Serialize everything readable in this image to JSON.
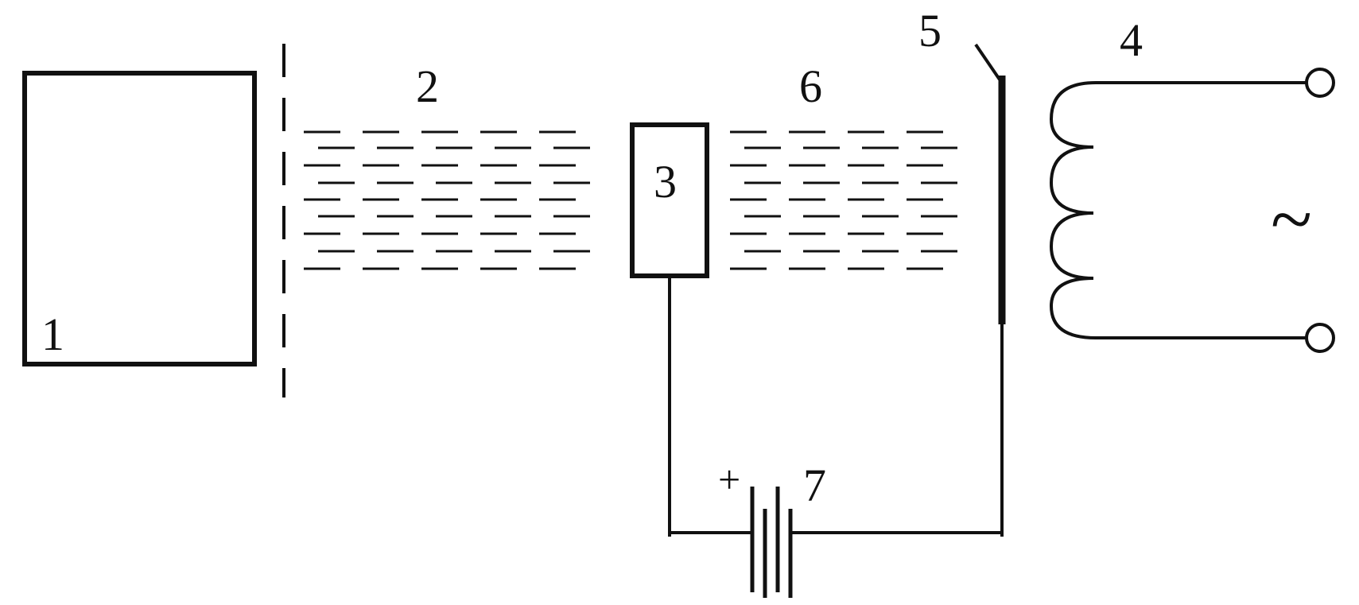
{
  "labels": {
    "source": "1",
    "beam_left": "2",
    "collector": "3",
    "coil": "4",
    "plate": "5",
    "beam_right": "6",
    "battery": "7",
    "ac": "~",
    "plus": "+"
  },
  "colors": {
    "ink": "#111111",
    "background": "#ffffff"
  }
}
